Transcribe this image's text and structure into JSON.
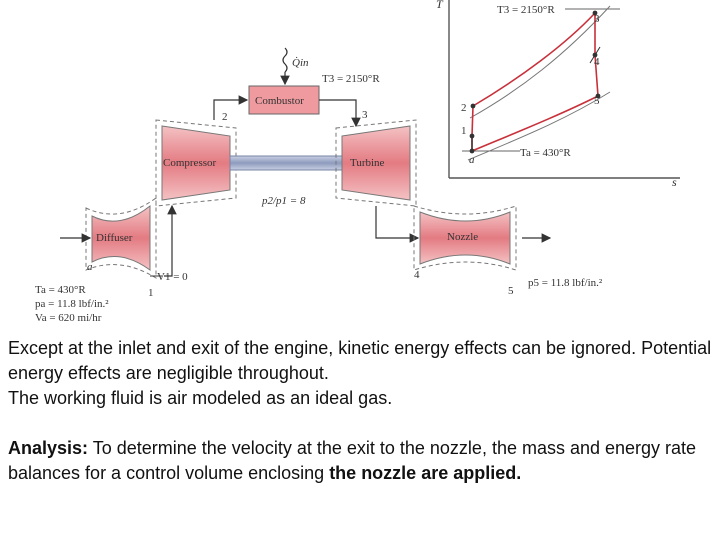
{
  "diagram": {
    "heat_in": "Q̇in",
    "combustor": "Combustor",
    "t3_left": "T3 = 2150°R",
    "compressor": "Compressor",
    "turbine": "Turbine",
    "pressure_ratio": "p2/p1 = 8",
    "diffuser": "Diffuser",
    "nozzle": "Nozzle",
    "state_a": "a",
    "v1": "V1 = 0",
    "state_1": "1",
    "state_2": "2",
    "state_3": "3",
    "state_4": "4",
    "state_5": "5",
    "ta": "Ta = 430°R",
    "pa": "pa = 11.8 lbf/in.²",
    "va": "Va = 620 mi/hr",
    "p5": "p5 = 11.8 lbf/in.²"
  },
  "ts_diagram": {
    "axis_t": "T",
    "axis_s": "s",
    "t3": "T3 = 2150°R",
    "ta": "Ta = 430°R",
    "pt_3": "3",
    "pt_4": "4",
    "pt_5": "5",
    "pt_2": "2",
    "pt_1": "1",
    "pt_a": "a"
  },
  "text": {
    "para1": "Except at the inlet and exit of the engine, kinetic energy effects can be ignored. Potential energy effects are negligible throughout.",
    "para2": "The working fluid is air modeled as an ideal gas.",
    "analysis_label": "Analysis:",
    "analysis_body": " To determine the velocity at the exit to the nozzle, the mass and energy rate balances for a control volume enclosing ",
    "analysis_bold": "the nozzle are applied."
  },
  "colors": {
    "component_fill": "#e8868b",
    "shaft": "#9aa6c2",
    "cycle_line": "#c8303a",
    "axis": "#555555"
  }
}
